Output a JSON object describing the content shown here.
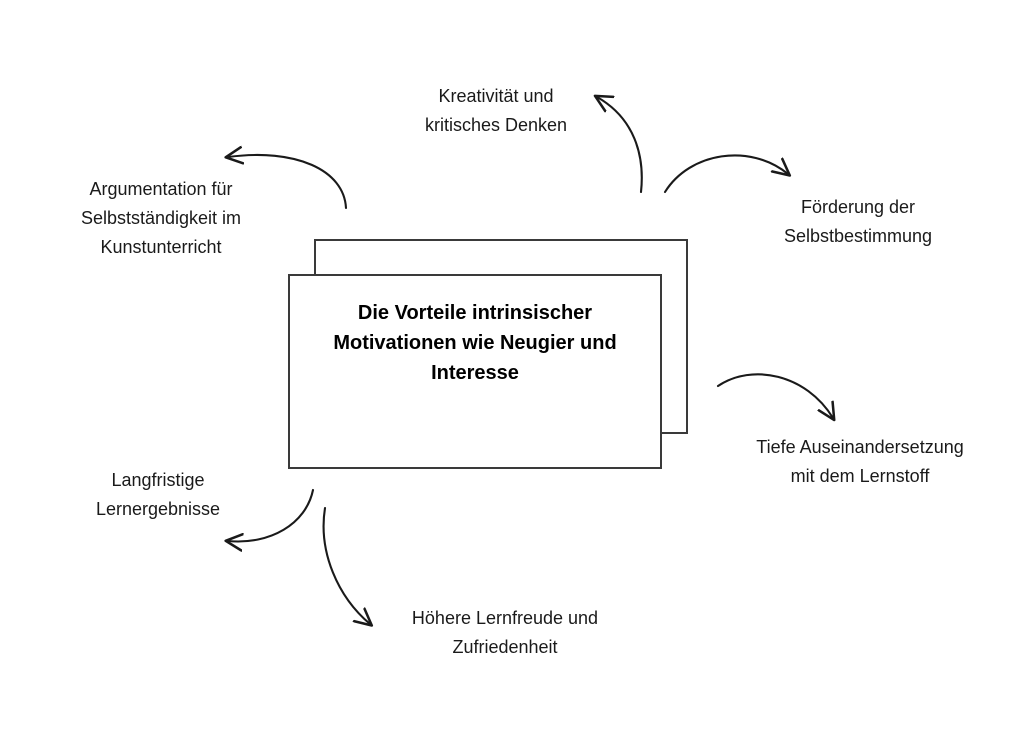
{
  "diagram": {
    "title": "Die Vorteile intrinsischer Motivationen wie Neugier und Interesse",
    "center_box": {
      "text": "Die Vorteile intrinsischer\nMotivationen wie Neugier und\nInteresse",
      "border_color": "#3a3a3a",
      "text_color": "#000000"
    },
    "labels": [
      {
        "id": "kreativitaet",
        "text": "Kreativität und\nkritisches Denken",
        "position": "top"
      },
      {
        "id": "foerderung",
        "text": "Förderung der\nSelbstbestimmung",
        "position": "top-right"
      },
      {
        "id": "tiefe",
        "text": "Tiefe Auseinandersetzung\nmit dem Lernstoff",
        "position": "right"
      },
      {
        "id": "hoehere",
        "text": "Höhere Lernfreude und\nZufriedenheit",
        "position": "bottom"
      },
      {
        "id": "langfristige",
        "text": "Langfristige\nLernergebnisse",
        "position": "bottom-left"
      },
      {
        "id": "argumentation",
        "text": "Argumentation für\nSelbstständigkeit im\nKunstunterricht",
        "position": "top-left"
      }
    ],
    "arrows": [
      {
        "id": "arrow-to-kreativitaet",
        "from": "lower-right",
        "to": "kreativitaet",
        "color": "#1a1a1a"
      },
      {
        "id": "arrow-to-foerderung",
        "from": "upper-left",
        "to": "foerderung",
        "color": "#1a1a1a"
      },
      {
        "id": "arrow-to-tiefe",
        "from": "upper-left",
        "to": "tiefe",
        "color": "#1a1a1a"
      },
      {
        "id": "arrow-to-hoehere",
        "from": "upper-left",
        "to": "hoehere",
        "color": "#1a1a1a"
      },
      {
        "id": "arrow-to-langfristige",
        "from": "lower-right",
        "to": "langfristige",
        "color": "#1a1a1a"
      },
      {
        "id": "arrow-to-argumentation",
        "from": "lower-right",
        "to": "argumentation",
        "color": "#1a1a1a"
      }
    ],
    "background_color": "#ffffff"
  }
}
